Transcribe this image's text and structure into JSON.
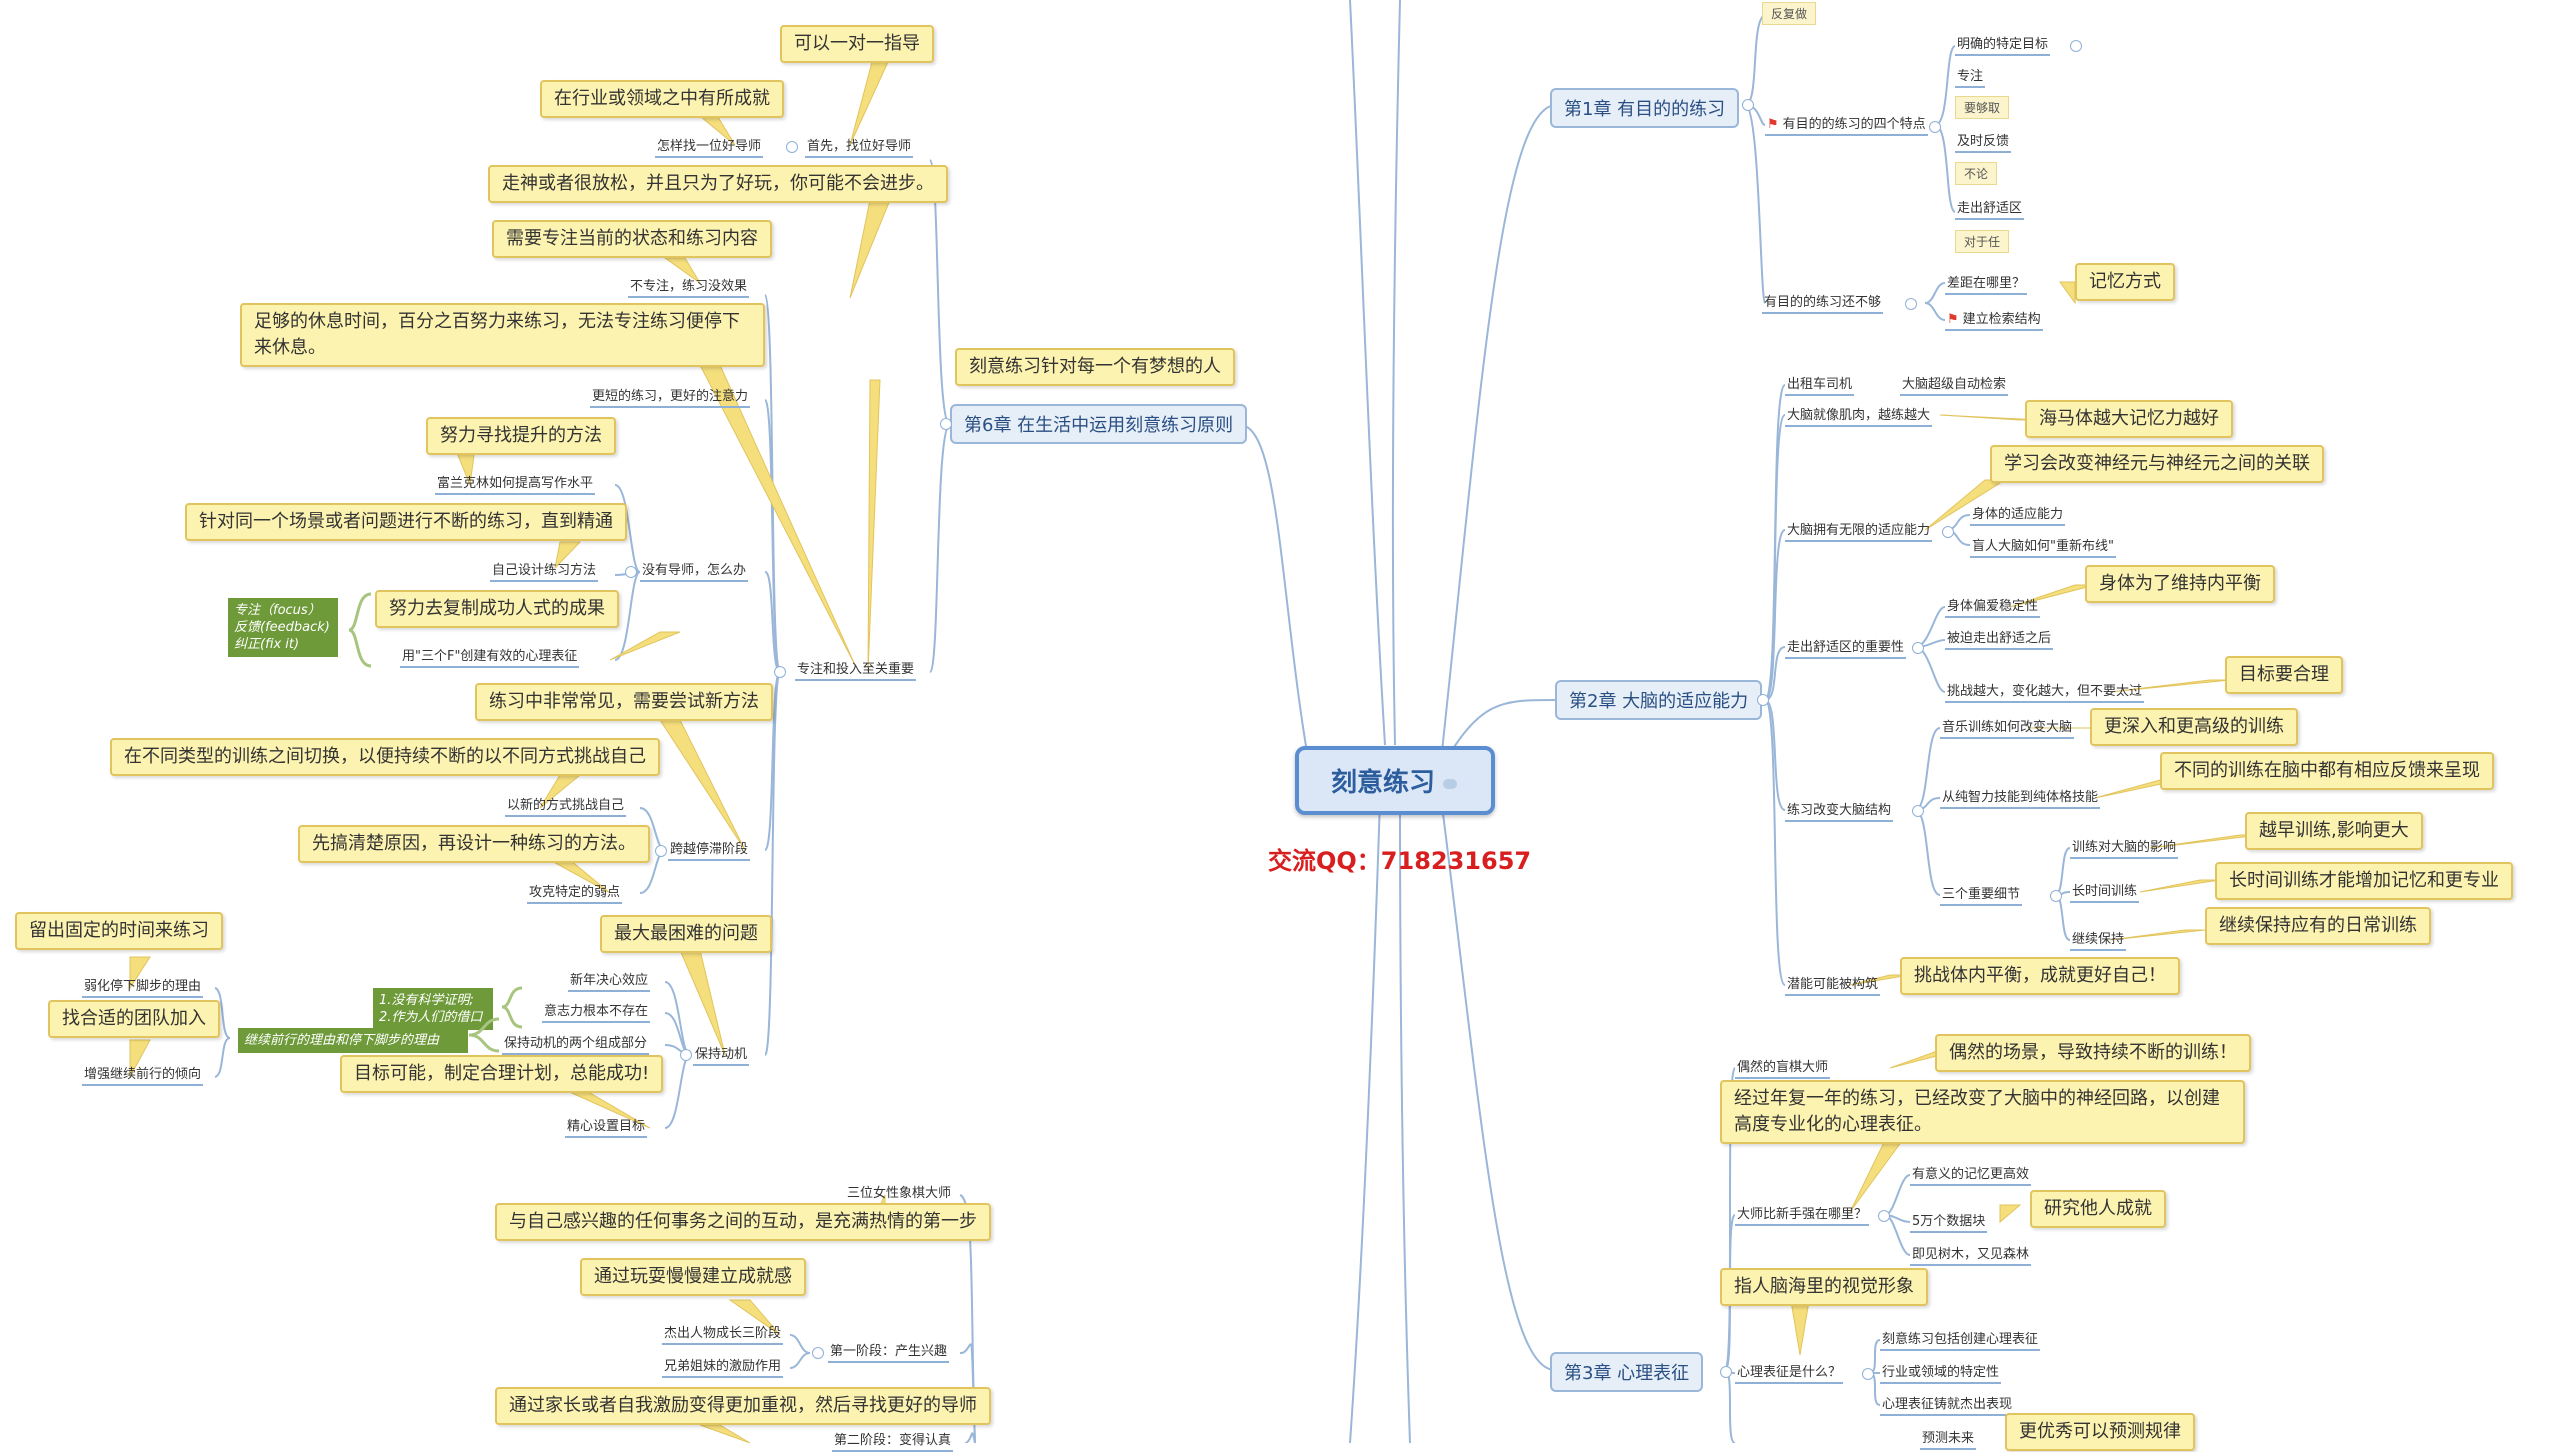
{
  "root": {
    "title": "刻意练习",
    "qq_label": "交流QQ：718231657"
  },
  "right": {
    "ch1": {
      "title": "第1章 有目的的练习",
      "top_note": "反复做",
      "four_traits": {
        "label": "有目的的练习的四个特点",
        "items": [
          "明确的特定目标",
          "专注",
          "要够取",
          "及时反馈",
          "不论",
          "走出舒适区",
          "对于任"
        ]
      },
      "not_enough": {
        "label": "有目的的练习还不够",
        "gap": "差距在哪里？",
        "build": "建立检索结构",
        "memory_callout": "记忆方式"
      }
    },
    "ch2": {
      "title": "第2章 大脑的适应能力",
      "taxi": "出租车司机",
      "auto_retrieve": "大脑超级自动检索",
      "muscle": "大脑就像肌肉，越练越大",
      "hippo_callout": "海马体越大记忆力越好",
      "learn_callout": "学习会改变神经元与神经元之间的关联",
      "infinite": "大脑拥有无限的适应能力",
      "body_adapt": "身体的适应能力",
      "blind": "盲人大脑如何\"重新布线\"",
      "balance_callout": "身体为了维持内平衡",
      "comfort": "走出舒适区的重要性",
      "stable": "身体偏爱稳定性",
      "forced": "被迫走出舒适之后",
      "challenge": "挑战越大，变化越大，但不要太过",
      "goal_callout": "目标要合理",
      "structure": "练习改变大脑结构",
      "music": "音乐训练如何改变大脑",
      "deeper_callout": "更深入和更高级的训练",
      "pure": "从纯智力技能到纯体格技能",
      "diff_callout": "不同的训练在脑中都有相应反馈来呈现",
      "three": "三个重要细节",
      "early": "训练对大脑的影响",
      "early_callout": "越早训练,影响更大",
      "longtime": "长时间训练",
      "long_callout": "长时间训练才能增加记忆和更专业",
      "keep": "继续保持",
      "keep_callout": "继续保持应有的日常训练",
      "potential": "潜能可能被构筑",
      "potential_callout": "挑战体内平衡，成就更好自己！"
    },
    "ch3": {
      "title": "第3章 心理表征",
      "chess": "偶然的盲棋大师",
      "chess_callout": "偶然的场景，导致持续不断的训练！",
      "year_callout": "经过年复一年的练习，已经改变了大脑中的神经回路，以创建高度专业化的心理表征。",
      "master": "大师比新手强在哪里？",
      "meaningful": "有意义的记忆更高效",
      "chunks": "5万个数据块",
      "chunks_callout": "研究他人成就",
      "forest": "即见树木，又见森林",
      "what": "心理表征是什么？",
      "visual_callout": "指人脑海里的视觉形象",
      "include": "刻意练习包括创建心理表征",
      "domain": "行业或领域的特定性",
      "excel": "心理表征铸就杰出表现",
      "predict": "预测未来",
      "predict_callout": "更优秀可以预测规律"
    }
  },
  "left": {
    "ch6": {
      "title": "第6章 在生活中运用刻意练习原则",
      "callout": "刻意练习针对每一个有梦想的人",
      "first": "首先，找位好导师",
      "find_teacher": "怎样找一位好导师",
      "callout_1on1": "可以一对一指导",
      "callout_field": "在行业或领域之中有所成就",
      "callout_wander": "走神或者很放松，并且只为了好玩，你可能不会进步。",
      "callout_focus": "需要专注当前的状态和练习内容",
      "not_focus": "不专注，练习没效果",
      "callout_rest": "足够的休息时间，百分之百努力来练习，无法专注练习便停下来休息。",
      "shorter": "更短的练习，更好的注意力",
      "focus_branch": "专注和投入至关重要",
      "callout_improve": "努力寻找提升的方法",
      "franklin": "富兰克林如何提高写作水平",
      "callout_repeat": "针对同一个场景或者问题进行不断的练习，直到精通",
      "self_design": "自己设计练习方法",
      "no_teacher": "没有导师，怎么办",
      "callout_copy": "努力去复制成功人式的成果",
      "three_f": "用\"三个F\"创建有效的心理表征",
      "f_list": "专注（focus）\n反馈(feedback)\n纠正(fix it)",
      "callout_plateau": "练习中非常常见，需要尝试新方法",
      "callout_switch": "在不同类型的训练之间切换，以便持续不断的以不同方式挑战自己",
      "new_way": "以新的方式挑战自己",
      "callout_cause": "先搞清楚原因，再设计一种练习的方法。",
      "weak": "攻克特定的弱点",
      "plateau": "跨越停滞阶段",
      "callout_hard": "最大最困难的问题",
      "new_year": "新年决心效应",
      "will": "意志力根本不存在",
      "motivation_parts": "保持动机的两个组成部分",
      "motivation": "保持动机",
      "callout_fixed": "留出固定的时间来练习",
      "weaken": "弱化停下脚步的理由",
      "callout_group": "找合适的团队加入",
      "strengthen": "增强继续前行的倾向",
      "green_reasons": "继续前行的理由和停下脚步的理由",
      "green_will": "1.没有科学证明;\n2.作为人们的借口",
      "callout_goal": "目标可能，制定合理计划，总能成功!",
      "goal": "精心设置目标"
    },
    "lower": {
      "chess_women": "三位女性象棋大师",
      "callout_interest": "与自己感兴趣的任何事务之间的互动，是充满热情的第一步",
      "callout_play": "通过玩耍慢慢建立成就感",
      "stage1": "第一阶段：产生兴趣",
      "three_stage": "杰出人物成长三阶段",
      "siblings": "兄弟姐妹的激励作用",
      "callout_family": "通过家长或者自我激励变得更加重视，然后寻找更好的导师",
      "stage2": "第二阶段：变得认真"
    }
  },
  "colors": {
    "line": "#9ab6d8",
    "callout_fill": "#fdf3b0",
    "callout_border": "#e1c45e",
    "root_border": "#5b8ed0",
    "qq": "#d81e1e",
    "green": "#6e9a3a"
  }
}
